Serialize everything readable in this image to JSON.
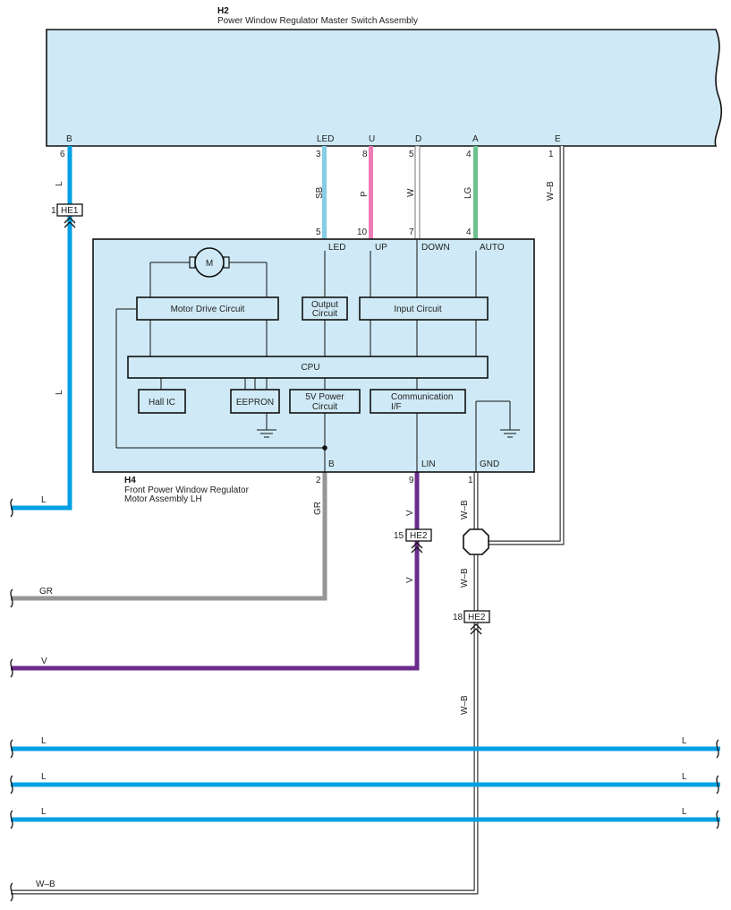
{
  "colors": {
    "L": "#00a0e3",
    "SB": "#86cde8",
    "P": "#ee7bb6",
    "LG": "#6cc18f",
    "GR": "#969696",
    "V": "#6b2c8c",
    "W": "#ffffff",
    "box": "#cfeaf6"
  },
  "h2": {
    "id": "H2",
    "title": "Power Window Regulator Master Switch Assembly",
    "terminals": [
      {
        "label": "B",
        "pin": "6"
      },
      {
        "label": "LED",
        "pin": "3"
      },
      {
        "label": "U",
        "pin": "8"
      },
      {
        "label": "D",
        "pin": "5"
      },
      {
        "label": "A",
        "pin": "4"
      },
      {
        "label": "E",
        "pin": "1"
      }
    ]
  },
  "h4": {
    "id": "H4",
    "title_line1": "Front Power Window Regulator",
    "title_line2": "Motor Assembly LH",
    "top_terminals": [
      {
        "label": "LED",
        "pin": "5"
      },
      {
        "label": "UP",
        "pin": "10"
      },
      {
        "label": "DOWN",
        "pin": "7"
      },
      {
        "label": "AUTO",
        "pin": "4"
      }
    ],
    "bottom_terminals": [
      {
        "label": "B",
        "pin": "2"
      },
      {
        "label": "LIN",
        "pin": "9"
      },
      {
        "label": "GND",
        "pin": "1"
      }
    ],
    "blocks": {
      "motor": "M",
      "motor_drive": "Motor Drive Circuit",
      "output_1": "Output",
      "output_2": "Circuit",
      "input": "Input Circuit",
      "cpu": "CPU",
      "hall": "Hall IC",
      "eeprom": "EEPRON",
      "power_1": "5V Power",
      "power_2": "Circuit",
      "comm_1": "Communication",
      "comm_2": "I/F"
    }
  },
  "wire_labels": {
    "b_upper": "L",
    "b_lower": "L",
    "b_end": "L",
    "led": "SB",
    "u": "P",
    "d": "W",
    "a": "LG",
    "e": "W–B",
    "gr_vert": "GR",
    "gr_end": "GR",
    "v_upper": "V",
    "v_lower": "V",
    "v_end": "V",
    "gnd_upper": "W–B",
    "gnd_mid": "W–B",
    "gnd_lower": "W–B",
    "gnd_end": "W–B",
    "bus1_left": "L",
    "bus1_right": "L",
    "bus2_left": "L",
    "bus2_right": "L",
    "bus3_left": "L",
    "bus3_right": "L"
  },
  "connectors": {
    "he1": {
      "name": "HE1",
      "pin": "1"
    },
    "he2_lin": {
      "name": "HE2",
      "pin": "15"
    },
    "he2_gnd": {
      "name": "HE2",
      "pin": "18"
    }
  }
}
